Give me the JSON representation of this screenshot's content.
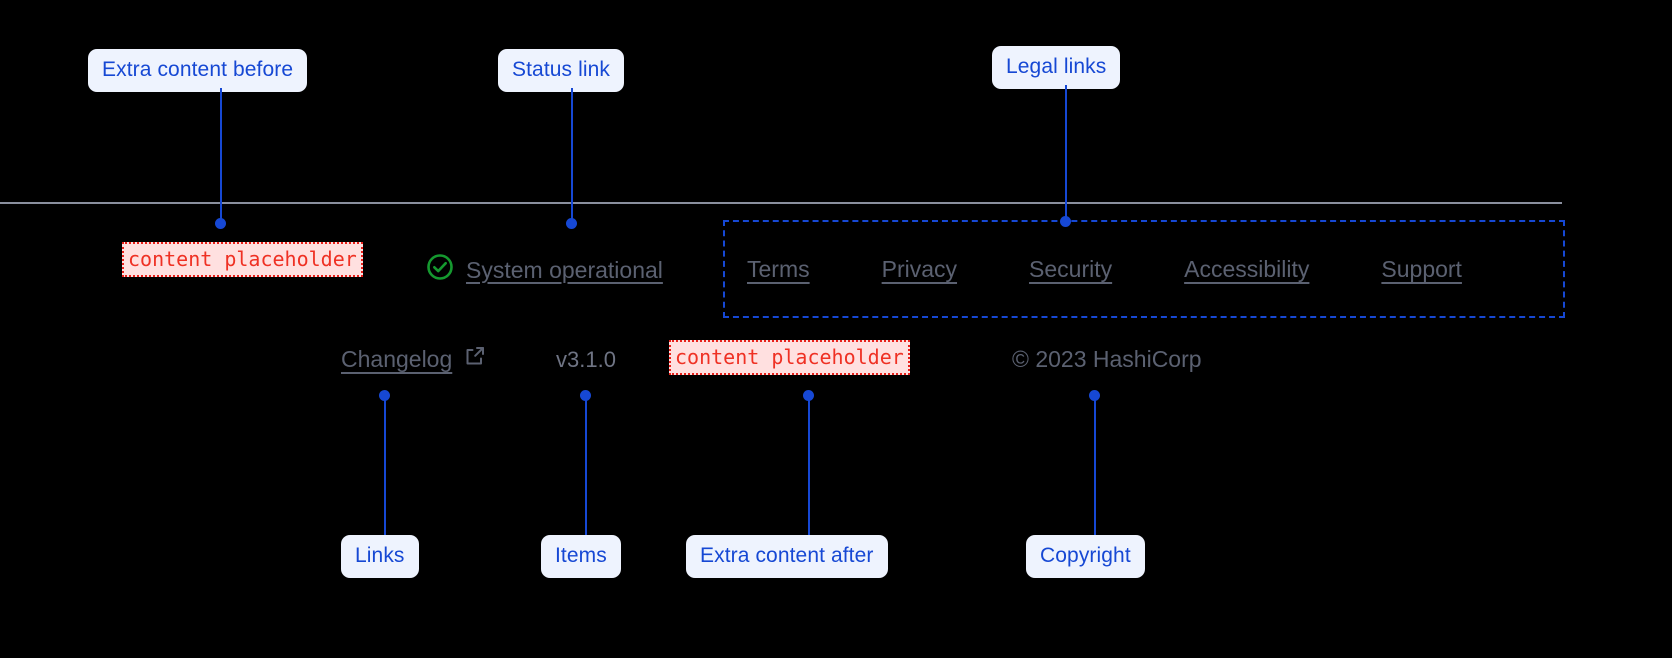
{
  "annotations": {
    "extra_before": "Extra content before",
    "status_link": "Status link",
    "legal_links": "Legal links",
    "links": "Links",
    "items": "Items",
    "extra_after": "Extra content after",
    "copyright": "Copyright"
  },
  "footer": {
    "placeholder_before": "content placeholder",
    "placeholder_after": "content placeholder",
    "status": {
      "icon": "check-circle-icon",
      "label": "System operational"
    },
    "legal": [
      {
        "label": "Terms"
      },
      {
        "label": "Privacy"
      },
      {
        "label": "Security"
      },
      {
        "label": "Accessibility"
      },
      {
        "label": "Support"
      }
    ],
    "changelog": {
      "label": "Changelog",
      "icon": "external-link-icon"
    },
    "version": "v3.1.0",
    "copyright": "© 2023 HashiCorp"
  },
  "colors": {
    "background": "#000000",
    "annotation_blue": "#1648d4",
    "annotation_badge_bg": "#eef3fe",
    "placeholder_red": "#ef3124",
    "placeholder_bg": "#ffe0e0",
    "status_green": "#15992f",
    "muted_text": "#5b6171",
    "divider": "#8a8f9e"
  }
}
